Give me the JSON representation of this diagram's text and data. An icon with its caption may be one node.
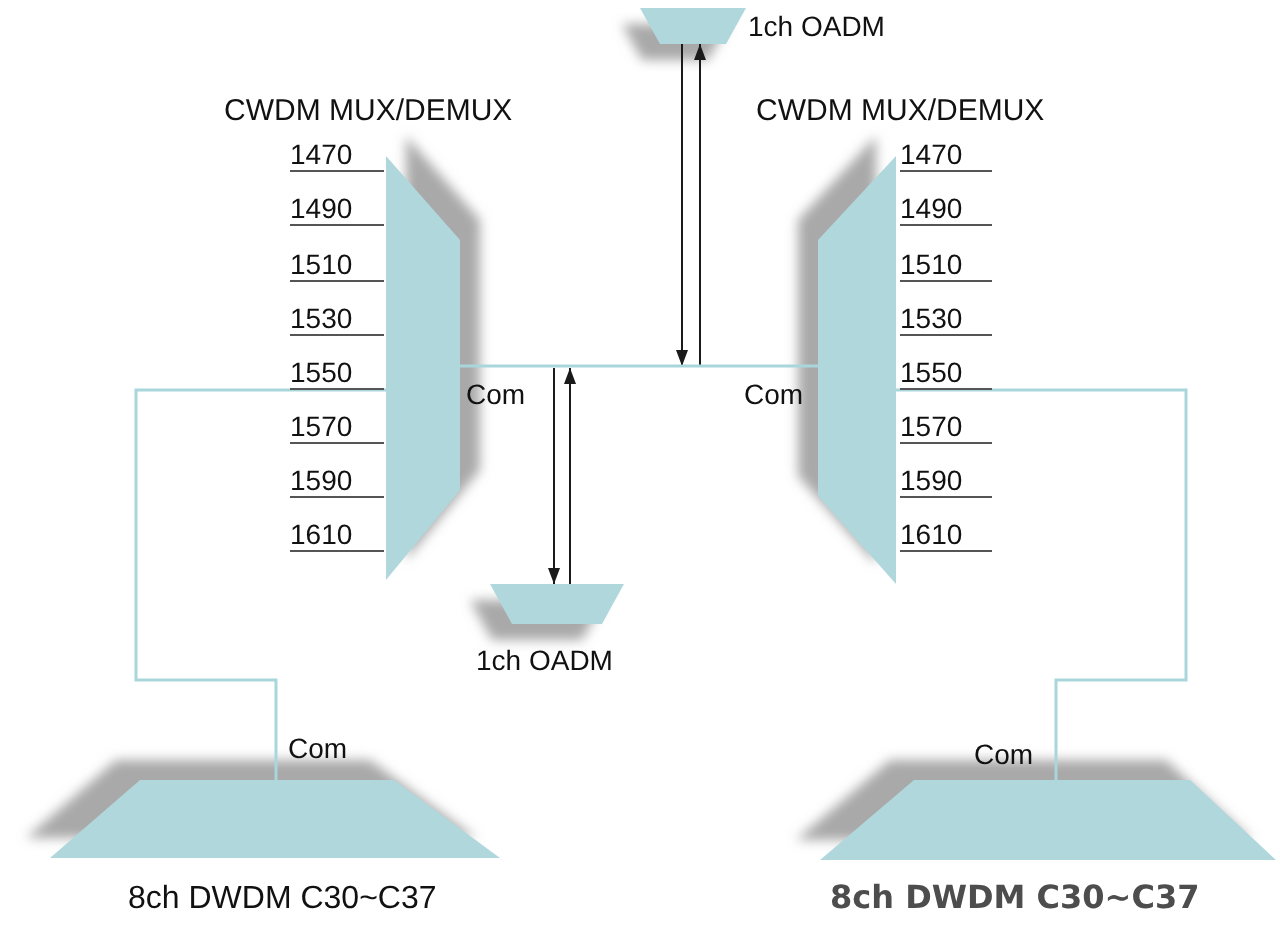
{
  "diagram": {
    "nodes": [
      {
        "text": [
          "1ch OADM"
        ]
      },
      {
        "text": [
          "CWDM MUX/DEMUX"
        ]
      },
      {
        "text": [
          "CWDM MUX/DEMUX"
        ]
      },
      {
        "text": [
          "1ch OADM"
        ]
      },
      {
        "text": [
          "8ch DWDM C30~C37"
        ]
      },
      {
        "text": [
          "8ch DWDM C30~C37"
        ]
      }
    ],
    "edges": [
      {
        "from": 0,
        "to": null,
        "arrow": "to"
      },
      {
        "from": null,
        "to": 0,
        "arrow": "to"
      },
      {
        "from": 1,
        "to": 2,
        "arrow": "none",
        "color": "#a9d6da"
      },
      {
        "from": null,
        "to": 3,
        "arrow": "to"
      },
      {
        "from": 3,
        "to": null,
        "arrow": "to"
      },
      {
        "from": 1,
        "to": 4,
        "arrow": "none",
        "color": "#a9d6da"
      },
      {
        "from": 2,
        "to": 5,
        "arrow": "none",
        "color": "#a9d6da"
      }
    ],
    "labels": [
      "1470",
      "1470",
      "1490",
      "1490",
      "1510",
      "1510",
      "1530",
      "1530",
      "1550",
      "1550",
      "Com",
      "Com",
      "1570",
      "1570",
      "1590",
      "1590",
      "1610",
      "1610",
      "Com",
      "Com"
    ]
  }
}
